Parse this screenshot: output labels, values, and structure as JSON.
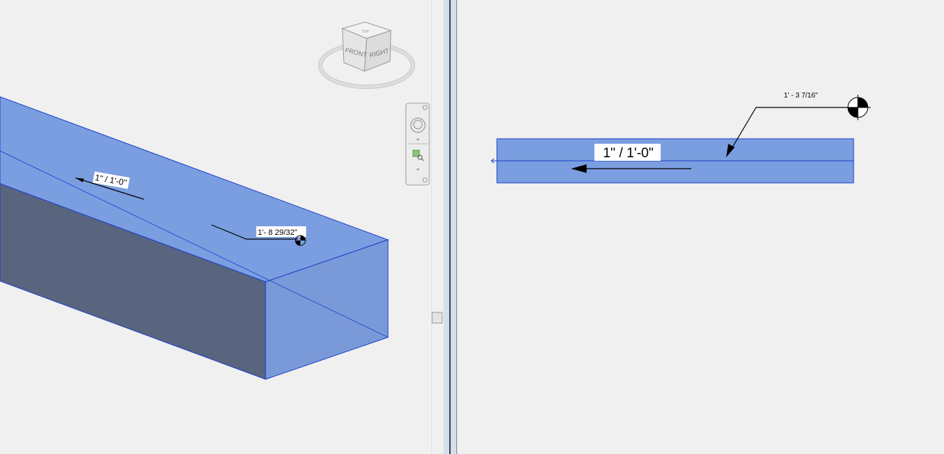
{
  "view3d": {
    "viewcube": {
      "front": "FRONT",
      "right": "RIGHT",
      "top": "TOP"
    },
    "slope_tag": "1\" / 1'-0\"",
    "elevation_tag": "1'- 8 29/32\""
  },
  "plan_view": {
    "slope_tag": "1\" / 1'-0\"",
    "elevation_tag": "1' - 3 7/16\""
  },
  "colors": {
    "background": "#f0f0f0",
    "duct_top": "#7b9ee0",
    "duct_side": "#59647f",
    "duct_end": "#7a99d8",
    "edge": "#1a3fcc"
  }
}
